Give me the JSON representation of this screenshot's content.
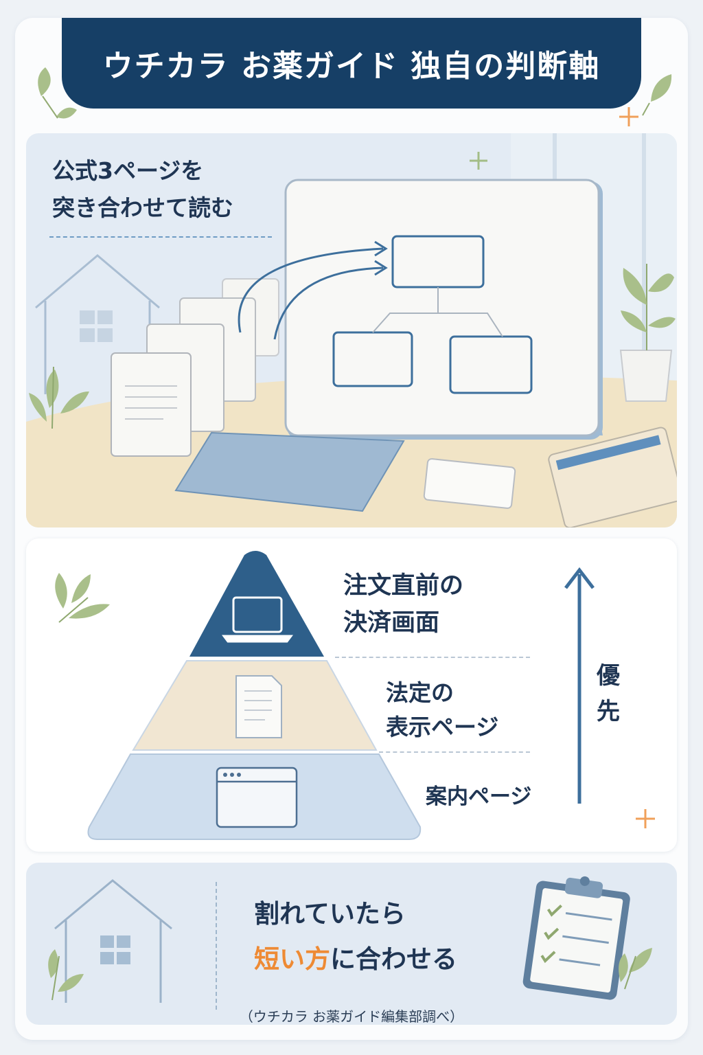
{
  "title": "ウチカラ お薬ガイド 独自の判断軸",
  "section1": {
    "heading_line1": "公式3ページを",
    "heading_line2": "突き合わせて読む"
  },
  "pyramid": {
    "tiers": [
      {
        "line1": "注文直前の",
        "line2": "決済画面",
        "icon": "laptop-icon",
        "color": "#2e5f8a"
      },
      {
        "line1": "法定の",
        "line2": "表示ページ",
        "icon": "document-icon",
        "color": "#f1e6d2"
      },
      {
        "line1": "案内ページ",
        "icon": "browser-window-icon",
        "color": "#cfdeee"
      }
    ],
    "priority_label": "優先",
    "priority_chars": [
      "優",
      "先"
    ]
  },
  "conclusion": {
    "line1": "割れていたら",
    "line2_accent": "短い方",
    "line2_rest": "に合わせる"
  },
  "caption": "（ウチカラ お薬ガイド編集部調べ）",
  "colors": {
    "navy": "#163f66",
    "accent_orange": "#ee8a34",
    "blue_line": "#3d6f9c",
    "leaf_green": "#a9bf8a"
  }
}
